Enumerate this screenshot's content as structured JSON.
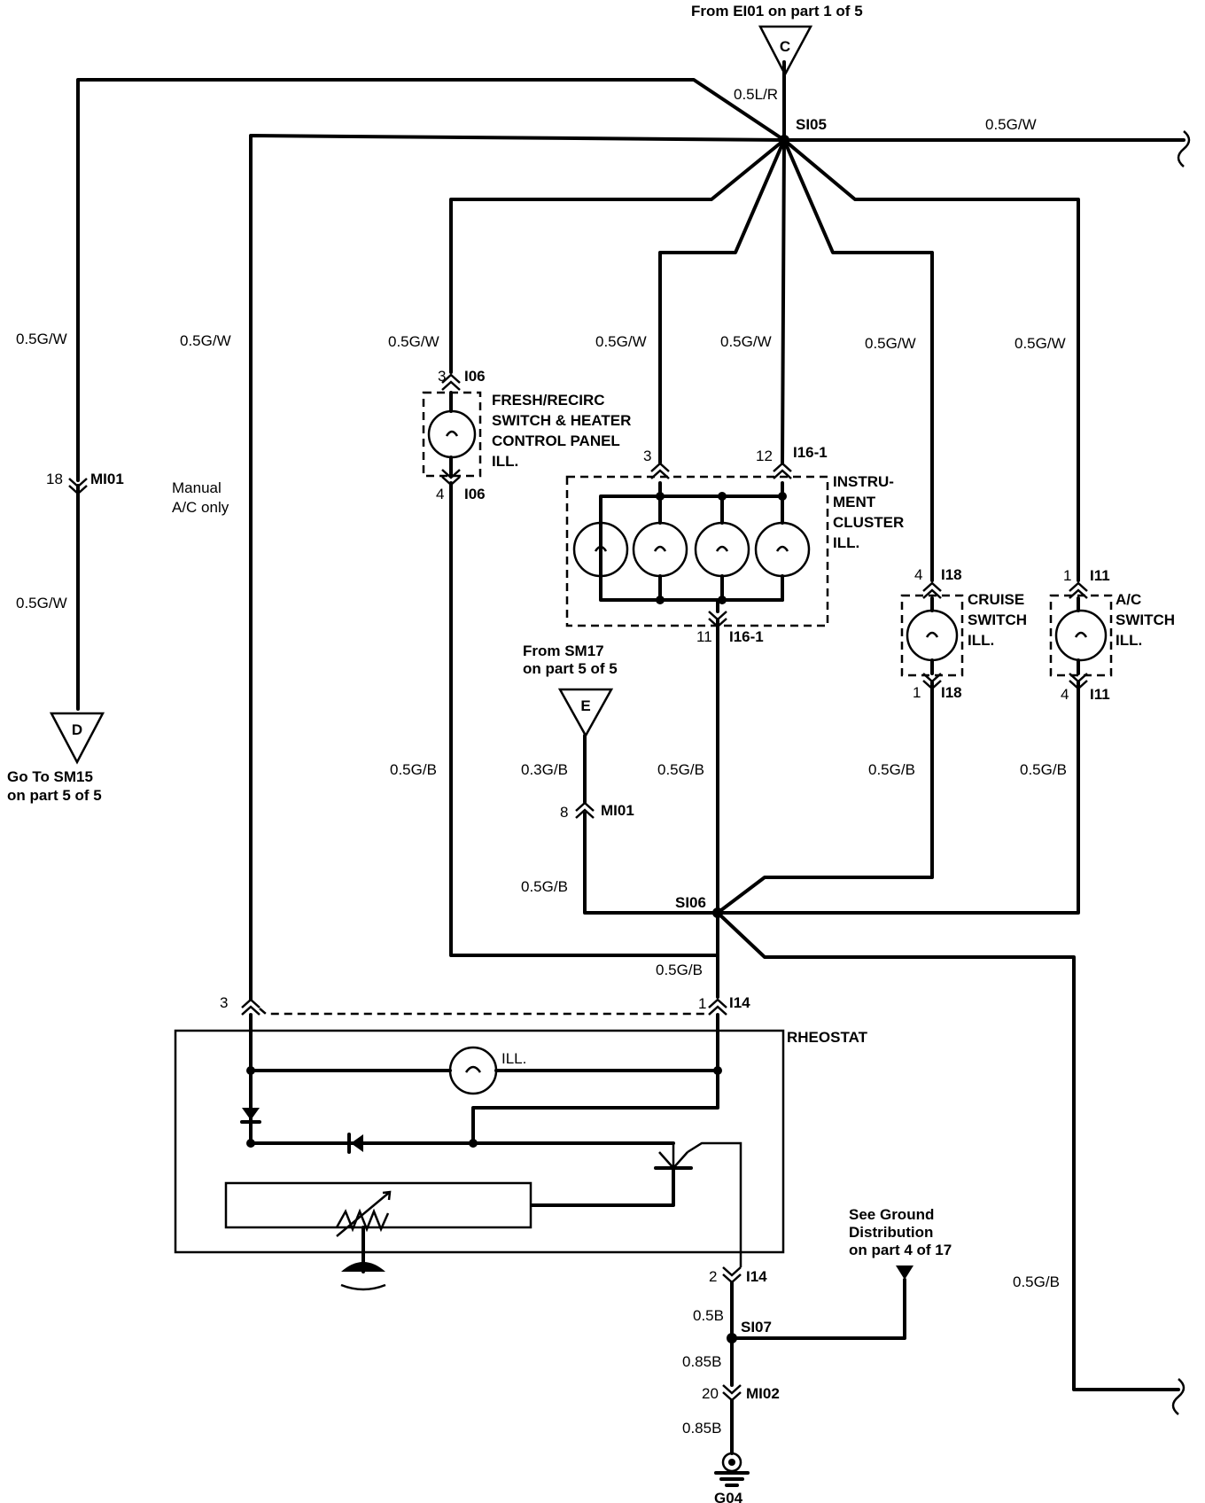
{
  "refs": {
    "from_ei01": "From EI01 on part 1 of 5",
    "ref_c": "C",
    "ref_d": "D",
    "go_to_sm15_1": "Go To SM15",
    "go_to_sm15_2": "on part 5 of 5",
    "ref_e": "E",
    "from_sm17_1": "From SM17",
    "from_sm17_2": "on part 5 of 5",
    "see_ground_1": "See Ground",
    "see_ground_2": "Distribution",
    "see_ground_3": "on part 4 of 17"
  },
  "splices": {
    "si05": "SI05",
    "si06": "SI06",
    "si07": "SI07"
  },
  "wires": {
    "lr": "0.5L/R",
    "gw": "0.5G/W",
    "gb": "0.5G/B",
    "g3b": "0.3G/B",
    "b05": "0.5B",
    "b085": "0.85B"
  },
  "components": {
    "fresh_1": "FRESH/RECIRC",
    "fresh_2": "SWITCH & HEATER",
    "fresh_3": "CONTROL PANEL",
    "fresh_4": "ILL.",
    "inst_1": "INSTRU-",
    "inst_2": "MENT",
    "inst_3": "CLUSTER",
    "inst_4": "ILL.",
    "cruise_1": "CRUISE",
    "cruise_2": "SWITCH",
    "cruise_3": "ILL.",
    "ac_1": "A/C",
    "ac_2": "SWITCH",
    "ac_3": "ILL.",
    "rheostat": "RHEOSTAT",
    "rheostat_ill": "ILL.",
    "manual_1": "Manual",
    "manual_2": "A/C only",
    "ground": "G04"
  },
  "connectors": {
    "mi01": "MI01",
    "mi02": "MI02",
    "i06": "I06",
    "i161": "I16-1",
    "i18": "I18",
    "i11": "I11",
    "i14": "I14"
  },
  "pins": {
    "p18": "18",
    "p3": "3",
    "p4": "4",
    "p12": "12",
    "p11": "11",
    "p1": "1",
    "p8": "8",
    "p2": "2",
    "p20": "20"
  }
}
